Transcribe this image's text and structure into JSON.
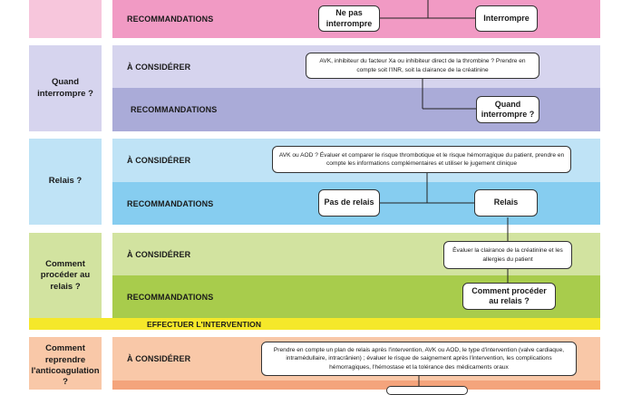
{
  "sections": {
    "s1": {
      "question": ""
    },
    "s2": {
      "question": "Quand interrompre ?"
    },
    "s3": {
      "question": "Relais ?"
    },
    "s4": {
      "question": "Comment procéder au relais ?"
    },
    "s5": {
      "question": "Comment reprendre l'anticoagulation ?"
    }
  },
  "labels": {
    "considerer": "À CONSIDÉRER",
    "recommandations": "RECOMMANDATIONS",
    "intervention": "EFFECTUER L'INTERVENTION"
  },
  "boxes": {
    "ne_pas_interrompre": "Ne pas interrompre",
    "interrompre": "Interrompre",
    "avk_inhibiteur": "AVK, inhibiteur du facteur Xa ou inhibiteur direct de la thrombine ? Prendre en compte soit l'INR, soit la clairance de la créatinine",
    "quand_interrompre": "Quand interrompre ?",
    "avk_aod_evaluer": "AVK ou AOD ? Évaluer et comparer le risque thrombotique et le risque hémorragique du patient, prendre en compte les informations complémentaires et utiliser le jugement clinique",
    "pas_de_relais": "Pas de relais",
    "relais": "Relais",
    "evaluer_clairance": "Évaluer la clairance de la créatinine et les allergies du patient",
    "comment_proceder": "Comment procéder au relais ?",
    "plan_relais": "Prendre en compte un plan de relais après l'intervention, AVK ou AOD, le type d'intervention (valve cardiaque, intramédullaire, intracrânien) ; évaluer le risque de saignement après l'intervention, les complications hémorragiques, l'hémostase et la tolérance des médicaments oraux"
  },
  "colors": {
    "pink_light": "#f7c6dc",
    "pink": "#f19ac4",
    "lavender_light": "#d6d4ee",
    "lavender": "#aaabd8",
    "blue_light": "#bfe3f6",
    "blue": "#86cdf0",
    "green_light": "#d2e3a0",
    "green": "#a8cc4c",
    "yellow": "#f5e82a",
    "orange_light": "#f9c8a8",
    "orange": "#f4a47c"
  }
}
